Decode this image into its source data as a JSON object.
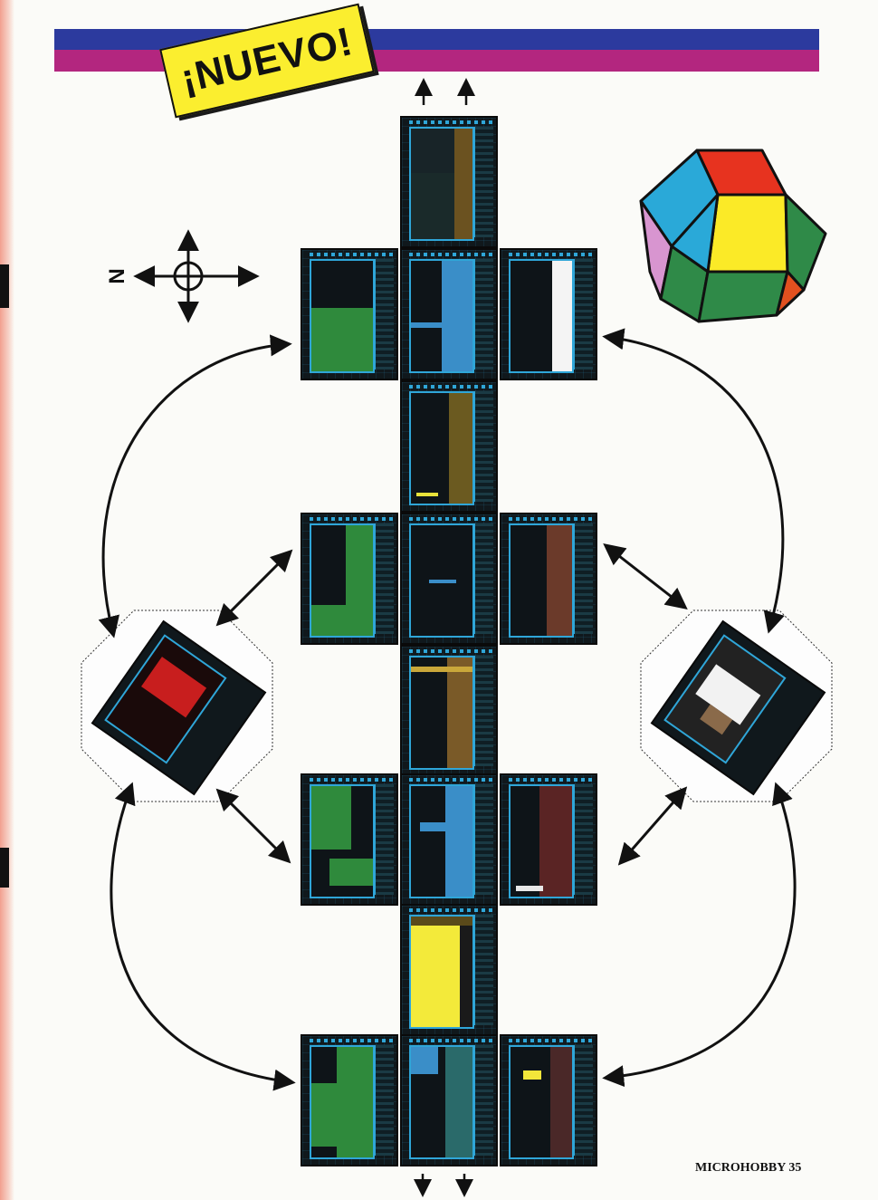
{
  "badge": {
    "text": "¡NUEVO!"
  },
  "compass": {
    "north_label": "N"
  },
  "footer": {
    "magazine": "MICROHOBBY",
    "page_number": "35"
  },
  "colors": {
    "stripe_blue": "#2c3a9e",
    "stripe_magenta": "#b3267f",
    "badge_yellow": "#fbee2f",
    "screen_frame": "#2fa6d8"
  },
  "icons": [
    "compass-icon",
    "polyhedron-icon",
    "double-arrow-icon",
    "exit-arrow-icon"
  ]
}
